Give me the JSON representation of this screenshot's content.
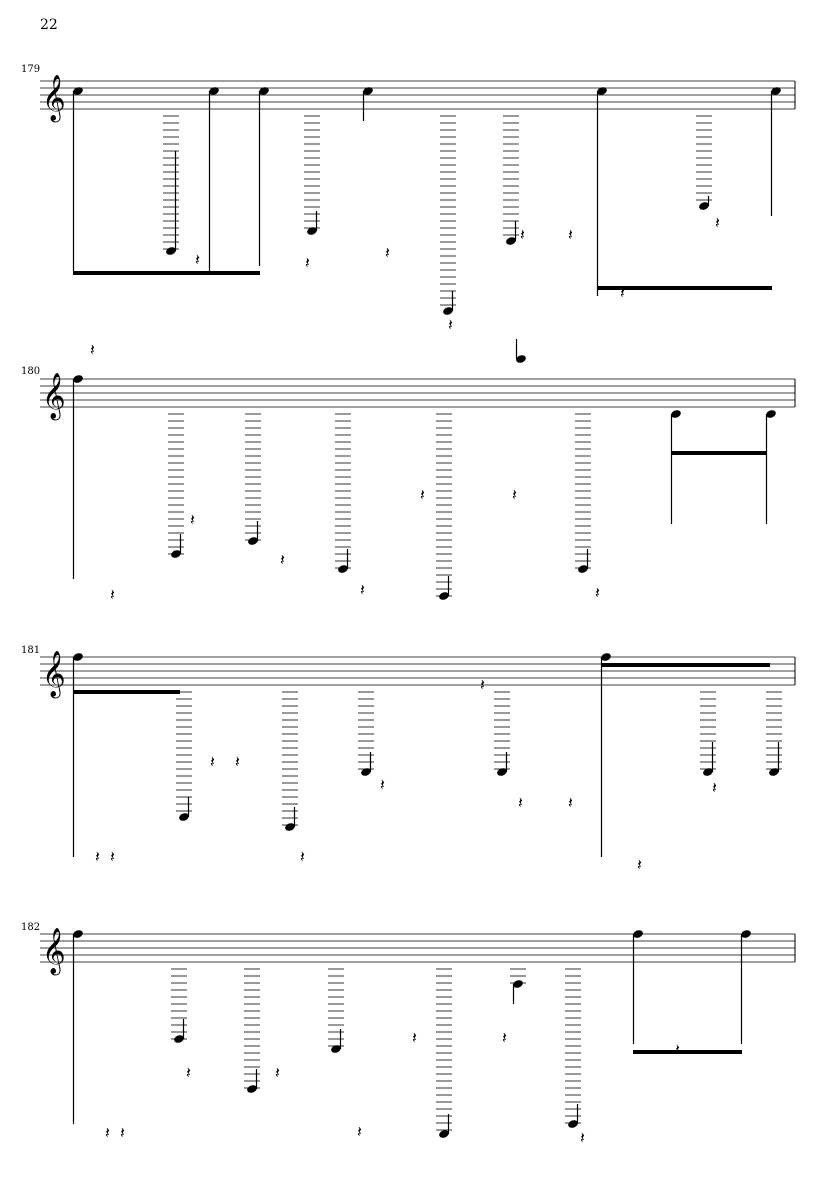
{
  "page_number": "22",
  "systems": [
    {
      "measure": "179"
    },
    {
      "measure": "180"
    },
    {
      "measure": "181"
    },
    {
      "measure": "182"
    }
  ],
  "colors": {
    "ink": "#000000",
    "paper": "#ffffff"
  }
}
